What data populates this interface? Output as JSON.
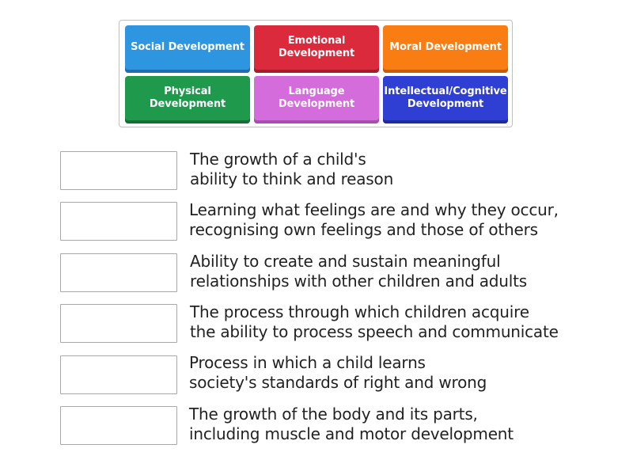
{
  "tiles": [
    {
      "label": "Social Development",
      "color": "#2e95e0",
      "shade": "#1f6fae"
    },
    {
      "label": "Emotional\nDevelopment",
      "color": "#dc2a3d",
      "shade": "#a81b2a"
    },
    {
      "label": "Moral Development",
      "color": "#f97d13",
      "shade": "#c55e08"
    },
    {
      "label": "Physical\nDevelopment",
      "color": "#1f9a4d",
      "shade": "#157036"
    },
    {
      "label": "Language\nDevelopment",
      "color": "#d56cdb",
      "shade": "#a84eae"
    },
    {
      "label": "Intellectual/Cognitive\nDevelopment",
      "color": "#2f3fd4",
      "shade": "#1f2ca0"
    }
  ],
  "clues": [
    "The growth of a child's\nability to think and reason",
    "Learning what feelings are and why they occur,\nrecognising own feelings and those of others",
    "Ability to create and sustain meaningful\nrelationships with other children and adults",
    "The process through which children acquire\nthe ability to process speech and communicate",
    "Process in which a child learns\nsociety's standards of right and wrong",
    "The growth of the body and its parts,\nincluding muscle and motor development"
  ]
}
